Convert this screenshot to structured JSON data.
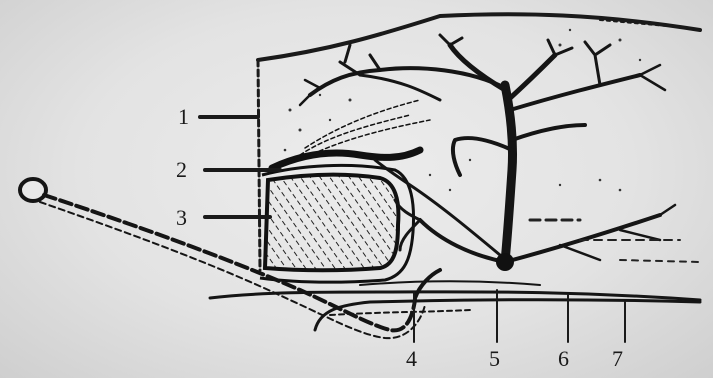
{
  "labels": {
    "l1": "1",
    "l2": "2",
    "l3": "3",
    "l4": "4",
    "l5": "5",
    "l6": "6",
    "l7": "7"
  },
  "colors": {
    "background": "#e3e3e3",
    "ink": "#1a1a1a"
  }
}
